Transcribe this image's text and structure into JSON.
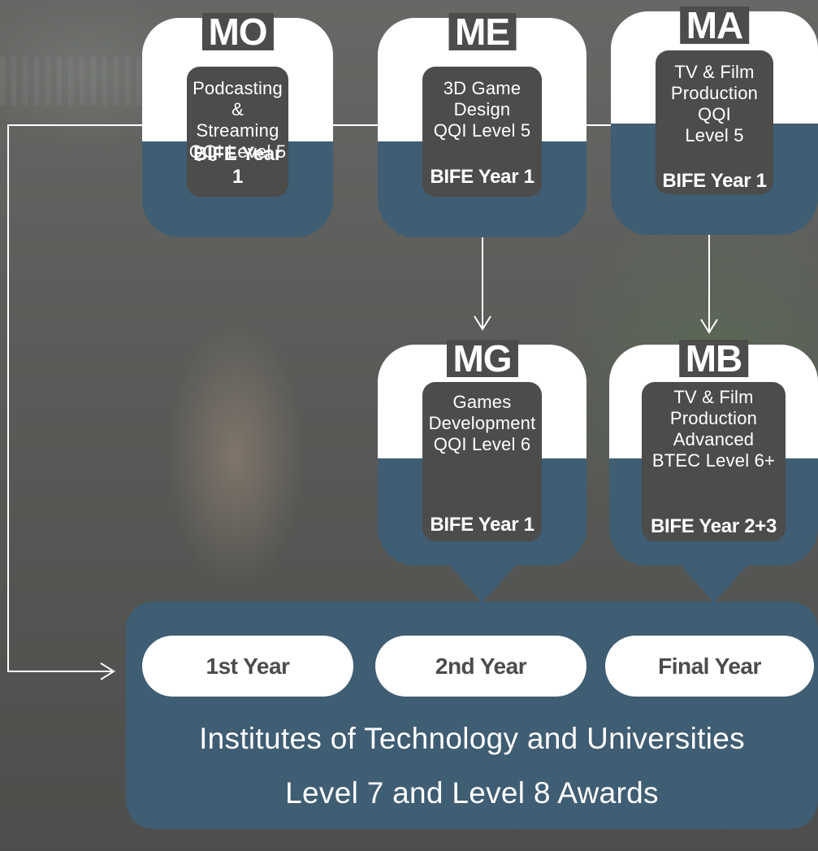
{
  "cards": {
    "mo": {
      "code": "MO",
      "lines": [
        "Podcasting &",
        "Streaming",
        "QQI Level 5"
      ],
      "footer": "BIFE Year 1"
    },
    "me": {
      "code": "ME",
      "lines": [
        "3D Game",
        "Design",
        "QQI Level 5"
      ],
      "footer": "BIFE Year 1"
    },
    "ma": {
      "code": "MA",
      "lines": [
        "TV & Film",
        "Production",
        "QQI",
        "Level 5"
      ],
      "footer": "BIFE Year 1"
    },
    "mg": {
      "code": "MG",
      "lines": [
        "Games",
        "Development",
        "QQI Level 6"
      ],
      "footer": "BIFE Year 1"
    },
    "mb": {
      "code": "MB",
      "lines": [
        "TV & Film",
        "Production",
        "Advanced",
        "BTEC Level 6+"
      ],
      "footer": "BIFE Year 2+3"
    }
  },
  "years": [
    "1st Year",
    "2nd Year",
    "Final Year"
  ],
  "destination": {
    "line1": "Institutes of Technology and Universities",
    "line2": "Level 7 and Level 8 Awards"
  },
  "colors": {
    "slate_blue": "#3f5d73",
    "dark_grey": "#4c4c4b",
    "white": "#ffffff"
  }
}
